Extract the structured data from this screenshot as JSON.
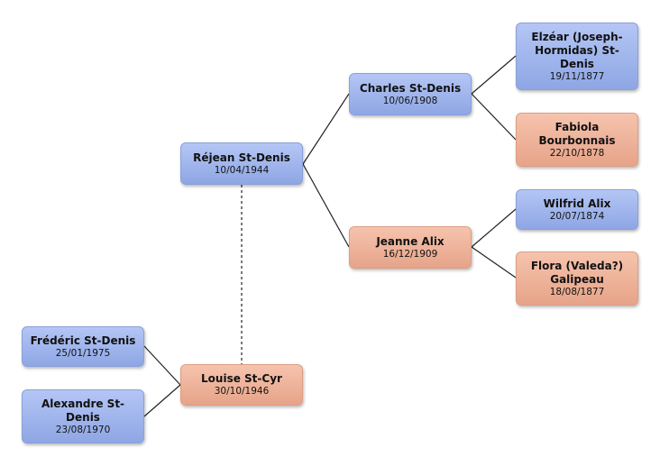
{
  "people": {
    "rejean": {
      "name": "Réjean St-Denis",
      "date": "10/04/1944",
      "sex": "male"
    },
    "charles": {
      "name": "Charles St-Denis",
      "date": "10/06/1908",
      "sex": "male"
    },
    "jeanne": {
      "name": "Jeanne Alix",
      "date": "16/12/1909",
      "sex": "female"
    },
    "elzear": {
      "name": "Elzéar (Joseph-Hormidas) St-Denis",
      "date": "19/11/1877",
      "sex": "male"
    },
    "fabiola": {
      "name": "Fabiola Bourbonnais",
      "date": "22/10/1878",
      "sex": "female"
    },
    "wilfrid": {
      "name": "Wilfrid Alix",
      "date": "20/07/1874",
      "sex": "male"
    },
    "flora": {
      "name": "Flora (Valeda?) Galipeau",
      "date": "18/08/1877",
      "sex": "female"
    },
    "louise": {
      "name": "Louise St-Cyr",
      "date": "30/10/1946",
      "sex": "female"
    },
    "frederic": {
      "name": "Frédéric St-Denis",
      "date": "25/01/1975",
      "sex": "male"
    },
    "alexandre": {
      "name": "Alexandre St-Denis",
      "date": "23/08/1970",
      "sex": "male"
    }
  },
  "colors": {
    "male_top": "#b4c6f5",
    "male_bottom": "#8ea6e4",
    "female_top": "#f6c3ad",
    "female_bottom": "#e6a489",
    "line": "#222222"
  }
}
